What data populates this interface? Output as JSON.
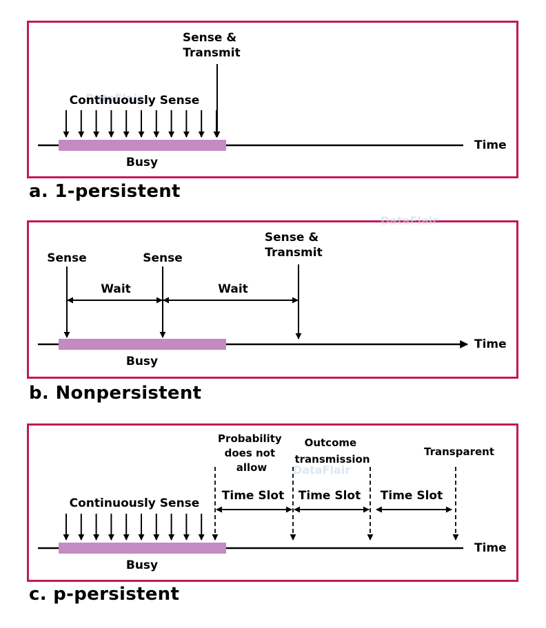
{
  "colors": {
    "frame": "#c2185b",
    "busy": "#c48ac2",
    "line": "#000000"
  },
  "watermark": "DataFlair",
  "panels": {
    "a": {
      "caption": "a. 1-persistent",
      "sense_transmit": [
        "Sense &",
        "Transmit"
      ],
      "continuously_sense": "Continuously Sense",
      "busy": "Busy",
      "time": "Time"
    },
    "b": {
      "caption": "b. Nonpersistent",
      "sense_1": "Sense",
      "sense_2": "Sense",
      "sense_transmit": [
        "Sense &",
        "Transmit"
      ],
      "wait_1": "Wait",
      "wait_2": "Wait",
      "busy": "Busy",
      "time": "Time"
    },
    "c": {
      "caption": "c. p-persistent",
      "probability": [
        "Probability",
        "does not",
        "allow"
      ],
      "outcome": [
        "Outcome",
        "transmission"
      ],
      "transparent": "Transparent",
      "time_slot_1": "Time Slot",
      "time_slot_2": "Time Slot",
      "time_slot_3": "Time Slot",
      "continuously_sense": "Continuously Sense",
      "busy": "Busy",
      "time": "Time"
    }
  }
}
